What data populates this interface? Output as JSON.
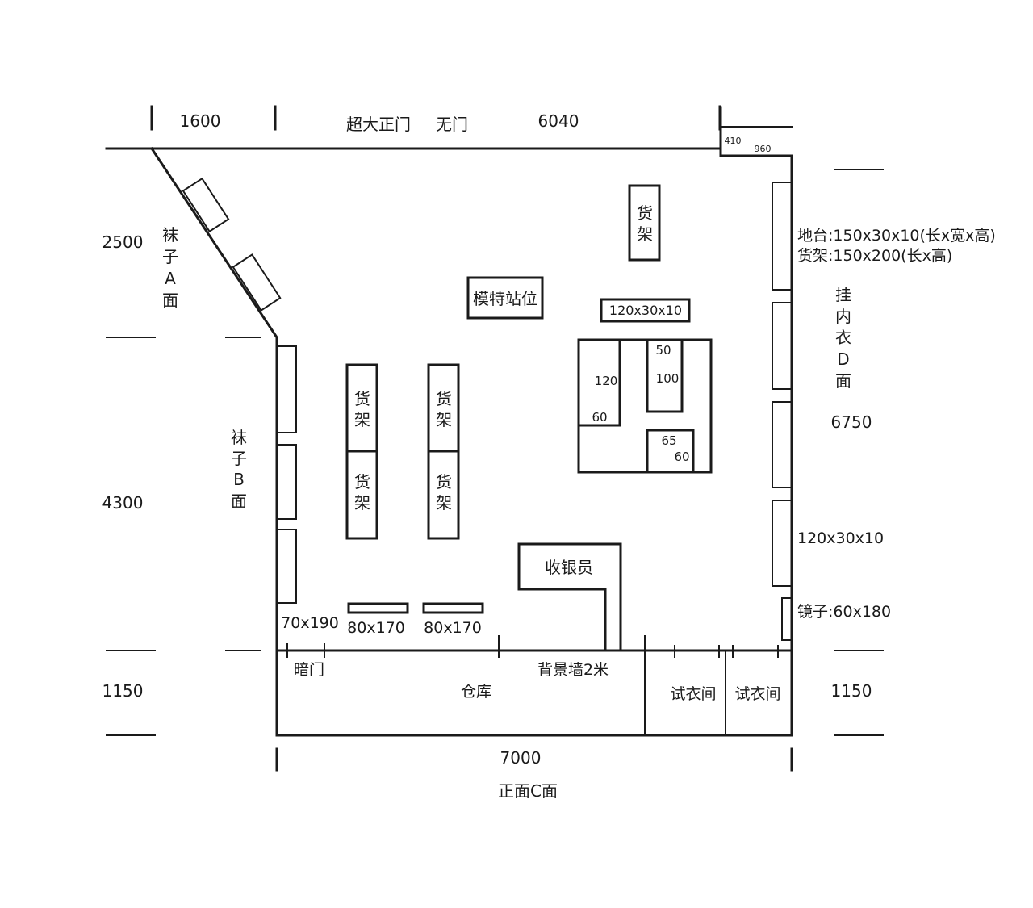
{
  "dimensions": {
    "top_left": "1600",
    "top_right": "6040",
    "left_a": "2500",
    "left_b": "4300",
    "left_bottom": "1150",
    "right_d": "6750",
    "right_bottom": "1150",
    "bottom": "7000",
    "corner_a": "410",
    "corner_b": "960"
  },
  "door": {
    "main": "超大正门",
    "no_door": "无门"
  },
  "walls": {
    "a_face": [
      "袜",
      "子",
      "A",
      "面"
    ],
    "b_face": [
      "袜",
      "子",
      "B",
      "面"
    ],
    "d_face": [
      "挂",
      "内",
      "衣",
      "D",
      "面"
    ],
    "front_c": "正面C面"
  },
  "specs": {
    "platform": "地台:150x30x10(长x宽x高)",
    "shelf": "货架:150x200(长x高)",
    "right_platform": "120x30x10",
    "mirror": "镜子:60x180"
  },
  "fixtures": {
    "shelf_chars": [
      "货",
      "架"
    ],
    "model_stand": "模特站位",
    "center_platform": "120x30x10",
    "island": {
      "a": "50",
      "b": "100",
      "c": "120",
      "d": "60",
      "e": "65",
      "f": "60"
    },
    "cashier": "收银员",
    "bench_left": "70x190",
    "bench_1": "80x170",
    "bench_2": "80x170"
  },
  "back_area": {
    "hidden_door": "暗门",
    "warehouse": "仓库",
    "backdrop": "背景墙2米",
    "fitting_room_1": "试衣间",
    "fitting_room_2": "试衣间"
  }
}
